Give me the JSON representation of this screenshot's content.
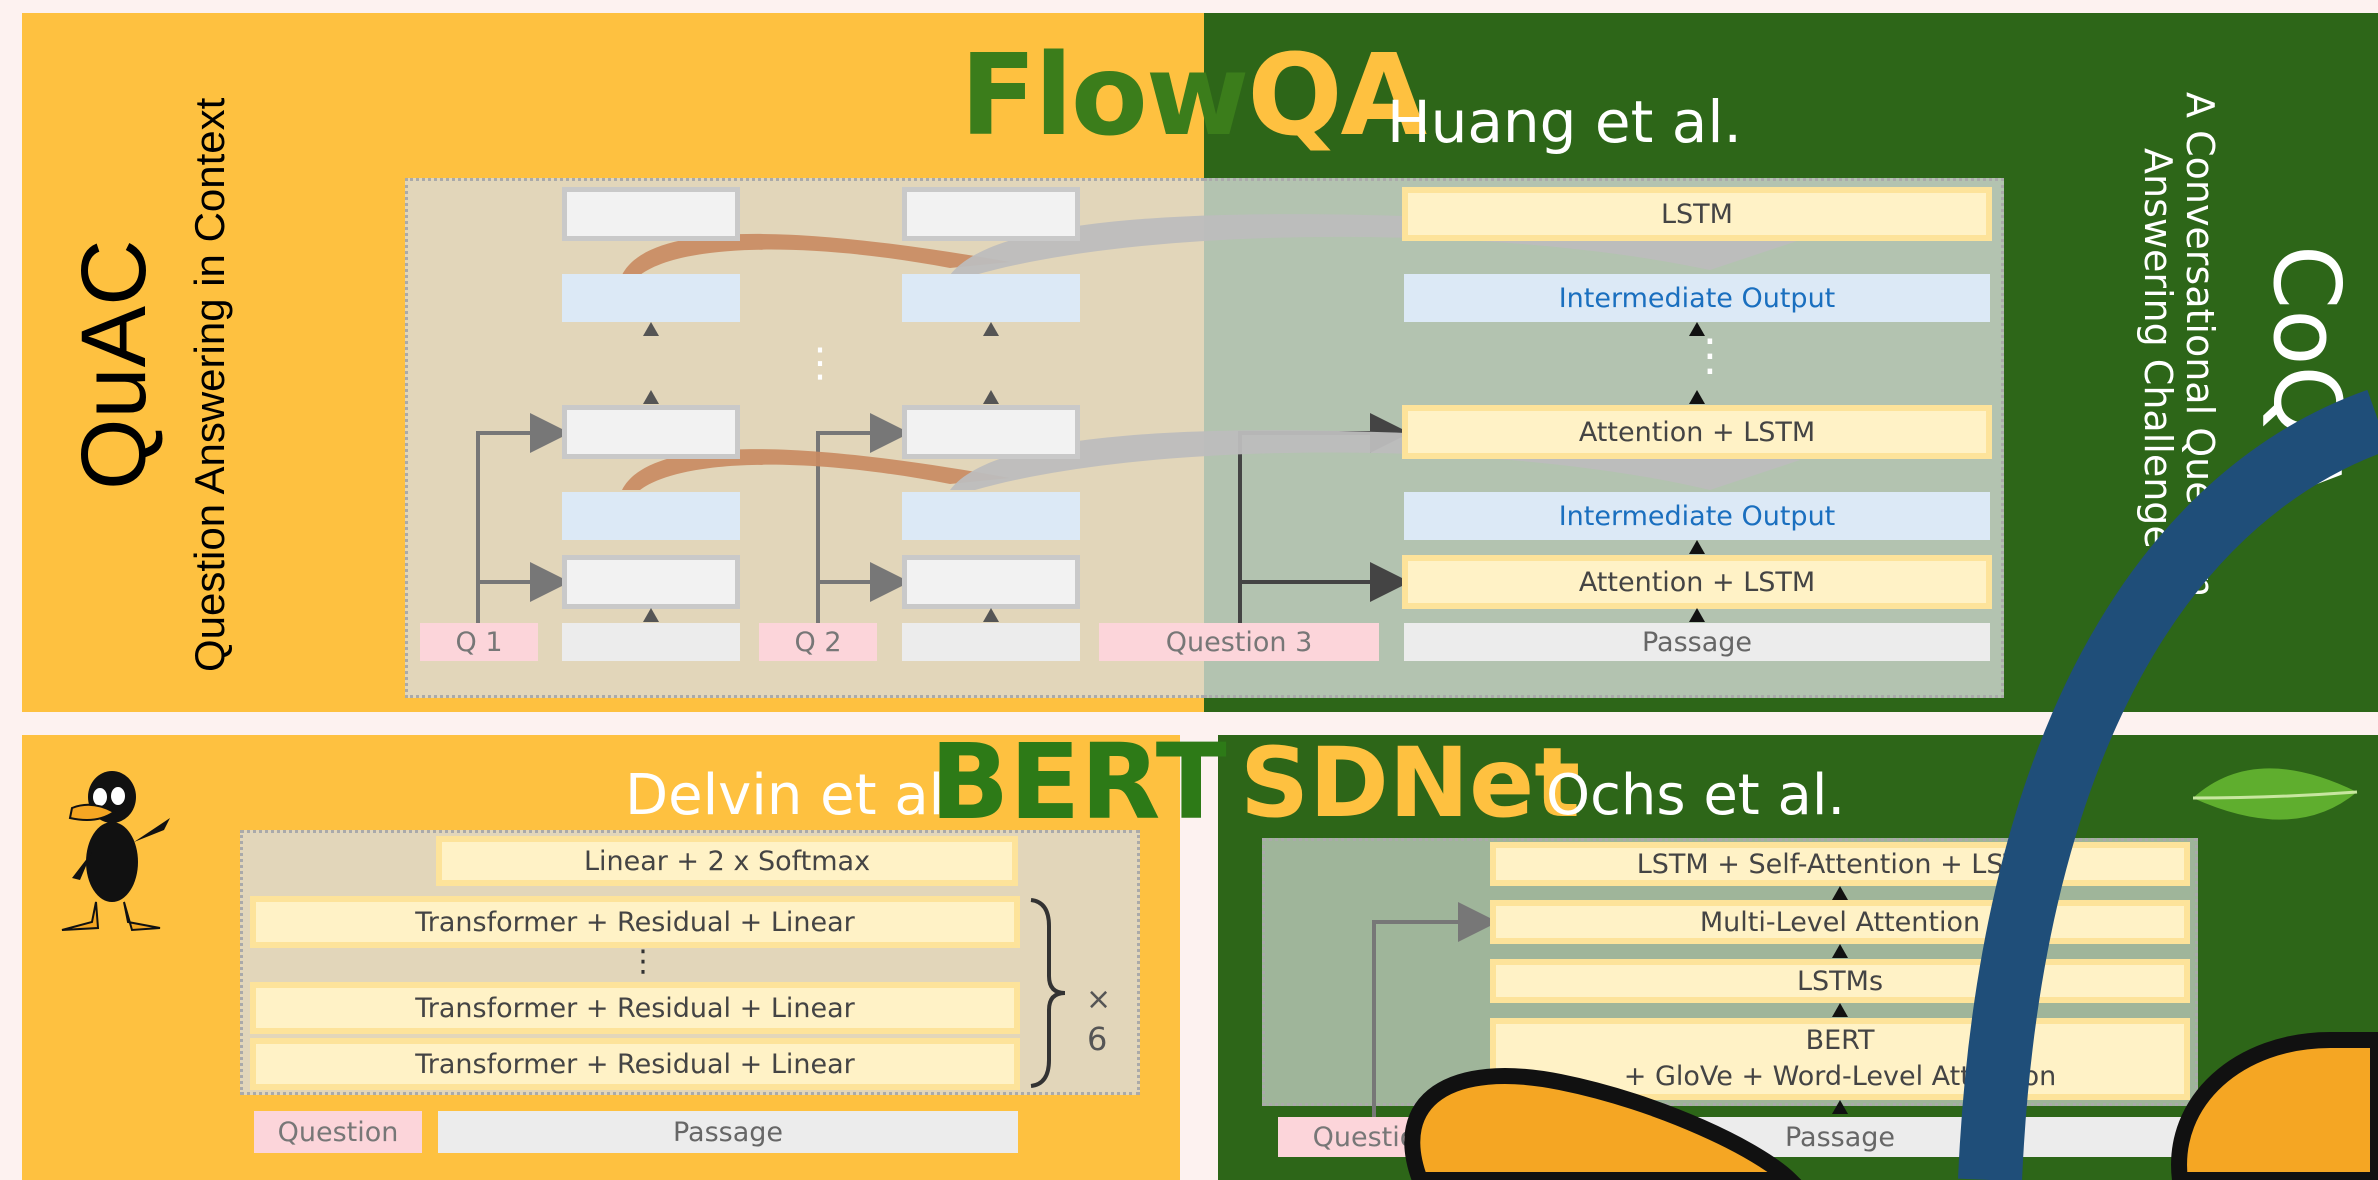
{
  "flowqa": {
    "title_flow": "Flow",
    "title_qa": "QA",
    "authors": "Huang et al.",
    "lstm": "LSTM",
    "intermediate_output": "Intermediate Output",
    "attention_lstm": "Attention + LSTM",
    "passage": "Passage",
    "question3": "Question 3",
    "q1": "Q 1",
    "q2": "Q 2",
    "vdots": "⋮"
  },
  "quac": {
    "name": "QuAC",
    "subtitle": "Question Answering in Context"
  },
  "coqa": {
    "name": "CoQA",
    "subtitle_line1": "A Conversational Question",
    "subtitle_line2": "Answering Challenge"
  },
  "bert": {
    "authors": "Delvin et al.",
    "title": "BERT",
    "linear_softmax": "Linear + 2 x Softmax",
    "transformer": "Transformer + Residual + Linear",
    "vdots": "⋮",
    "times": "×",
    "repeat": "6",
    "question": "Question",
    "passage": "Passage"
  },
  "sdnet": {
    "title": "SDNet",
    "authors": "Ochs et al.",
    "lstm_self_attention": "LSTM + Self-Attention + LSTM",
    "multi_level_attention": "Multi-Level Attention",
    "lstms": "LSTMs",
    "bert_line1": "BERT",
    "bert_line2": "+ GloVe + Word-Level Attention",
    "question": "Question",
    "passage": "Passage"
  },
  "colors": {
    "orange": "#fec140",
    "green": "#2d6618",
    "blue_arc": "#1f4e79"
  }
}
